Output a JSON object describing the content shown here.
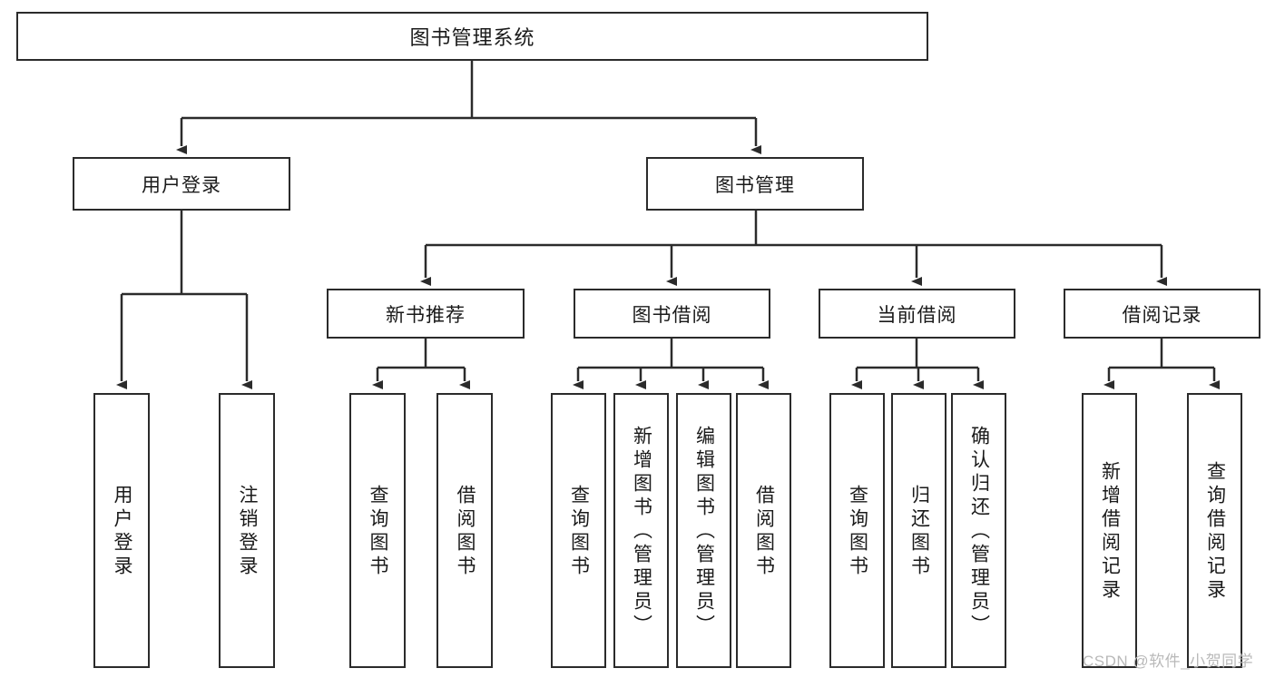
{
  "diagram": {
    "type": "tree-hierarchy",
    "title": "图书管理系统",
    "watermark": "CSDN @软件_小贺同学",
    "colors": {
      "stroke": "#2b2b2b",
      "fill": "#ffffff",
      "text": "#1a1a1a",
      "watermark": "#b9b9b9"
    },
    "levels": {
      "root": {
        "label": "图书管理系统"
      },
      "level2": [
        {
          "id": "user-login",
          "label": "用户登录"
        },
        {
          "id": "book-manage",
          "label": "图书管理"
        }
      ],
      "level3": [
        {
          "id": "new-book-recommend",
          "label": "新书推荐"
        },
        {
          "id": "book-borrow",
          "label": "图书借阅"
        },
        {
          "id": "current-borrow",
          "label": "当前借阅"
        },
        {
          "id": "borrow-record",
          "label": "借阅记录"
        }
      ],
      "leaves": [
        {
          "id": "leaf-user-login",
          "label": "用户登录",
          "parent": "user-login"
        },
        {
          "id": "leaf-logout-login",
          "label": "注销登录",
          "parent": "user-login"
        },
        {
          "id": "leaf-query-book-1",
          "label": "查询图书",
          "parent": "new-book-recommend"
        },
        {
          "id": "leaf-borrow-book-1",
          "label": "借阅图书",
          "parent": "new-book-recommend"
        },
        {
          "id": "leaf-query-book-2",
          "label": "查询图书",
          "parent": "book-borrow"
        },
        {
          "id": "leaf-add-book",
          "label": "新增图书（管理员）",
          "parent": "book-borrow"
        },
        {
          "id": "leaf-edit-book",
          "label": "编辑图书（管理员）",
          "parent": "book-borrow"
        },
        {
          "id": "leaf-borrow-book-2",
          "label": "借阅图书",
          "parent": "book-borrow"
        },
        {
          "id": "leaf-query-book-3",
          "label": "查询图书",
          "parent": "current-borrow"
        },
        {
          "id": "leaf-return-book",
          "label": "归还图书",
          "parent": "current-borrow"
        },
        {
          "id": "leaf-confirm-return",
          "label": "确认归还（管理员）",
          "parent": "current-borrow"
        },
        {
          "id": "leaf-add-record",
          "label": "新增借阅记录",
          "parent": "borrow-record"
        },
        {
          "id": "leaf-query-record",
          "label": "查询借阅记录",
          "parent": "borrow-record"
        }
      ]
    }
  }
}
